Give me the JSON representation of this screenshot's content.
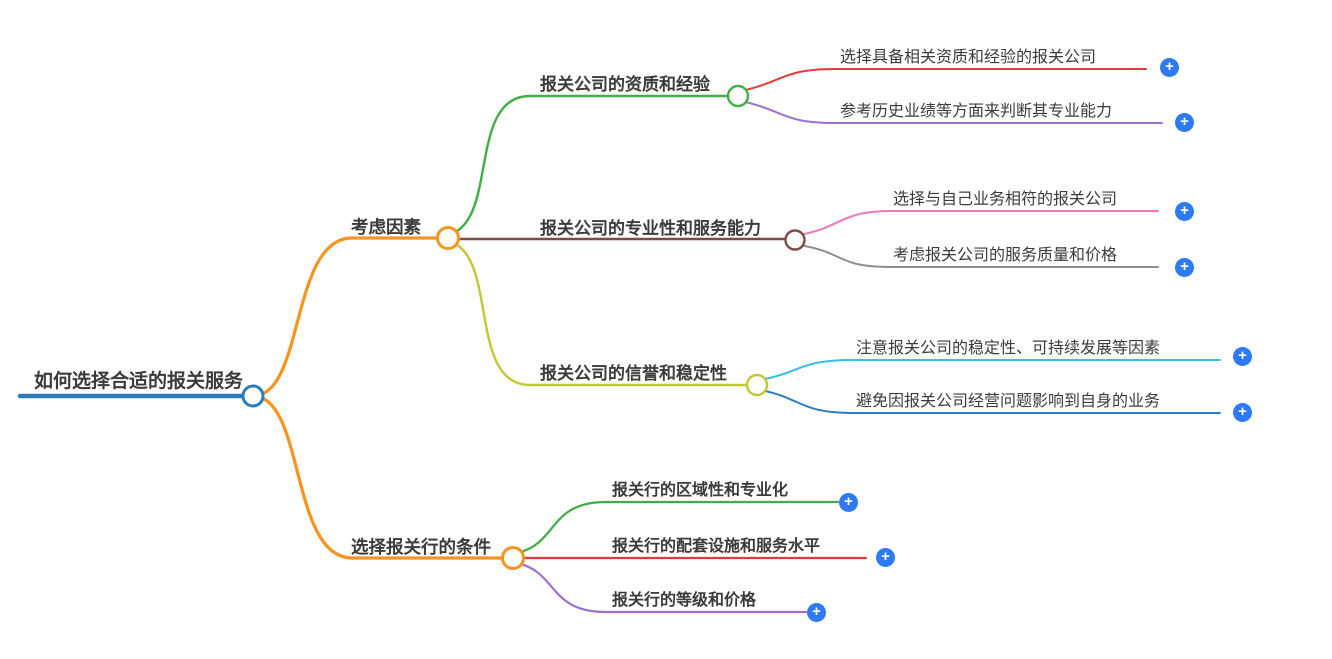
{
  "root": {
    "label": "如何选择合适的报关服务"
  },
  "branches": [
    {
      "label": "考虑因素",
      "children": [
        {
          "label": "报关公司的资质和经验",
          "children": [
            {
              "label": "选择具备相关资质和经验的报关公司"
            },
            {
              "label": "参考历史业绩等方面来判断其专业能力"
            }
          ]
        },
        {
          "label": "报关公司的专业性和服务能力",
          "children": [
            {
              "label": "选择与自己业务相符的报关公司"
            },
            {
              "label": "考虑报关公司的服务质量和价格"
            }
          ]
        },
        {
          "label": "报关公司的信誉和稳定性",
          "children": [
            {
              "label": "注意报关公司的稳定性、可持续发展等因素"
            },
            {
              "label": "避免因报关公司经营问题影响到自身的业务"
            }
          ]
        }
      ]
    },
    {
      "label": "选择报关行的条件",
      "children": [
        {
          "label": "报关行的区域性和专业化"
        },
        {
          "label": "报关行的配套设施和服务水平"
        },
        {
          "label": "报关行的等级和价格"
        }
      ]
    }
  ],
  "ui": {
    "add_symbol": "+"
  },
  "colors": {
    "root_line": "#2b7cbd",
    "branch_orange": "#f7941d",
    "node_green": "#3fae44",
    "node_maroon": "#7e4b44",
    "node_olive": "#c2c832",
    "leaf_red": "#e23b36",
    "leaf_purple": "#9b72d0",
    "leaf_pink": "#f077be",
    "leaf_gray": "#8e8e8e",
    "leaf_cyan": "#38c2d8",
    "leaf_blue": "#2a7cc4",
    "plus_button": "#2d7bf4",
    "text": "#3b3b3b"
  }
}
